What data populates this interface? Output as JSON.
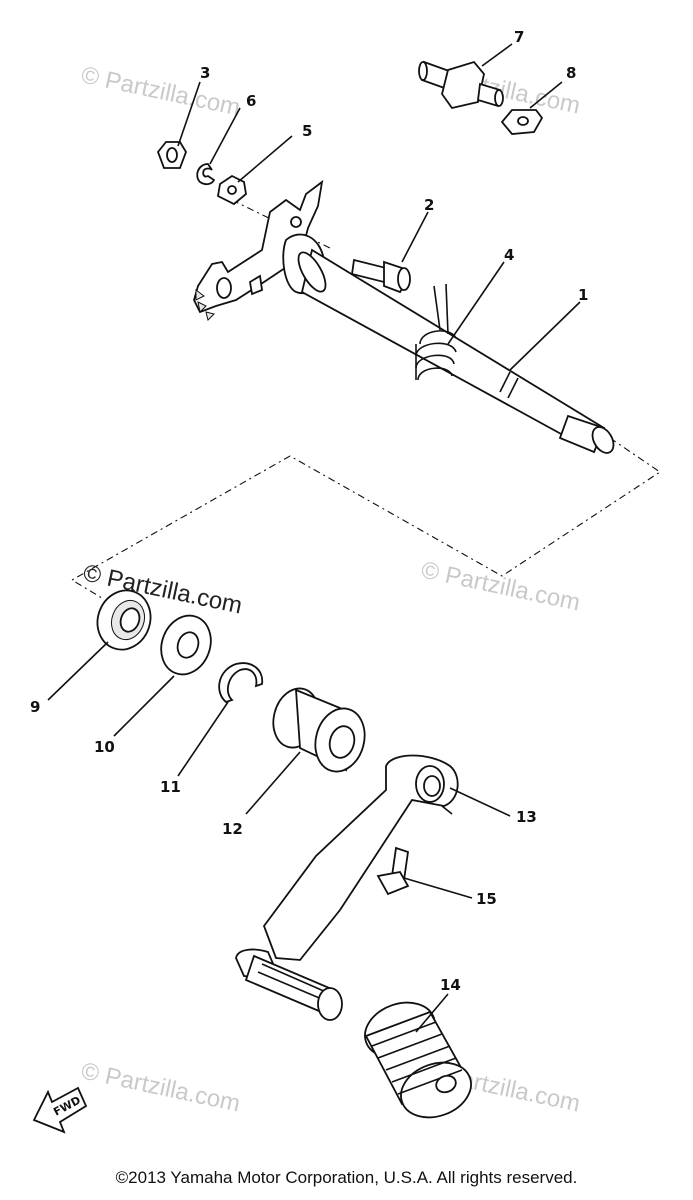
{
  "watermark": "© Partzilla.com",
  "watermark_prominent": "© Partzilla.com",
  "fwd_label": "FWD",
  "copyright": "©2013 Yamaha Motor Corporation, U.S.A. All rights reserved.",
  "callouts": [
    "1",
    "2",
    "3",
    "4",
    "5",
    "6",
    "7",
    "8",
    "9",
    "10",
    "11",
    "12",
    "13",
    "14",
    "15"
  ]
}
